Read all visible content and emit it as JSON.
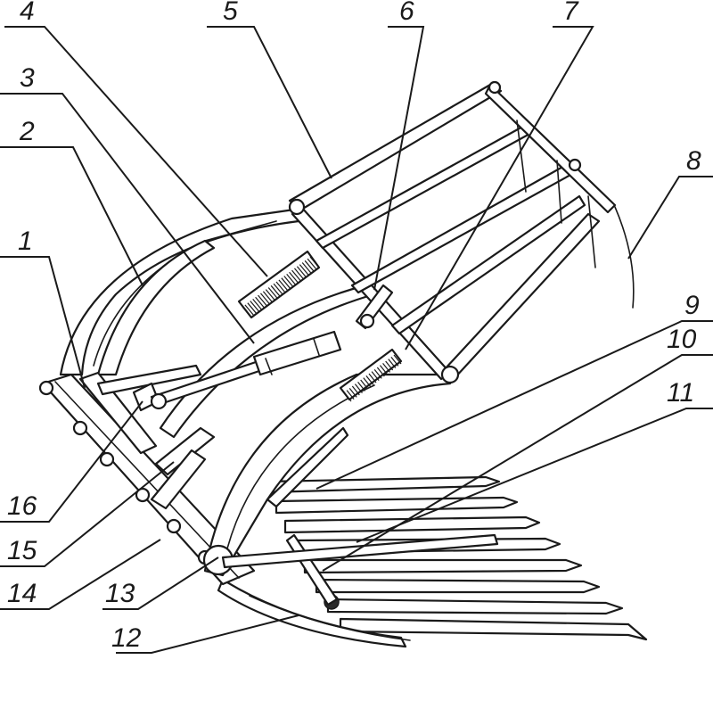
{
  "callouts": [
    {
      "id": "1",
      "label": "1"
    },
    {
      "id": "2",
      "label": "2"
    },
    {
      "id": "3",
      "label": "3"
    },
    {
      "id": "4",
      "label": "4"
    },
    {
      "id": "5",
      "label": "5"
    },
    {
      "id": "6",
      "label": "6"
    },
    {
      "id": "7",
      "label": "7"
    },
    {
      "id": "8",
      "label": "8"
    },
    {
      "id": "9",
      "label": "9"
    },
    {
      "id": "10",
      "label": "10"
    },
    {
      "id": "11",
      "label": "11"
    },
    {
      "id": "12",
      "label": "12"
    },
    {
      "id": "13",
      "label": "13"
    },
    {
      "id": "14",
      "label": "14"
    },
    {
      "id": "15",
      "label": "15"
    },
    {
      "id": "16",
      "label": "16"
    }
  ],
  "colors": {
    "line": "#1a1a1a",
    "background": "#ffffff"
  }
}
